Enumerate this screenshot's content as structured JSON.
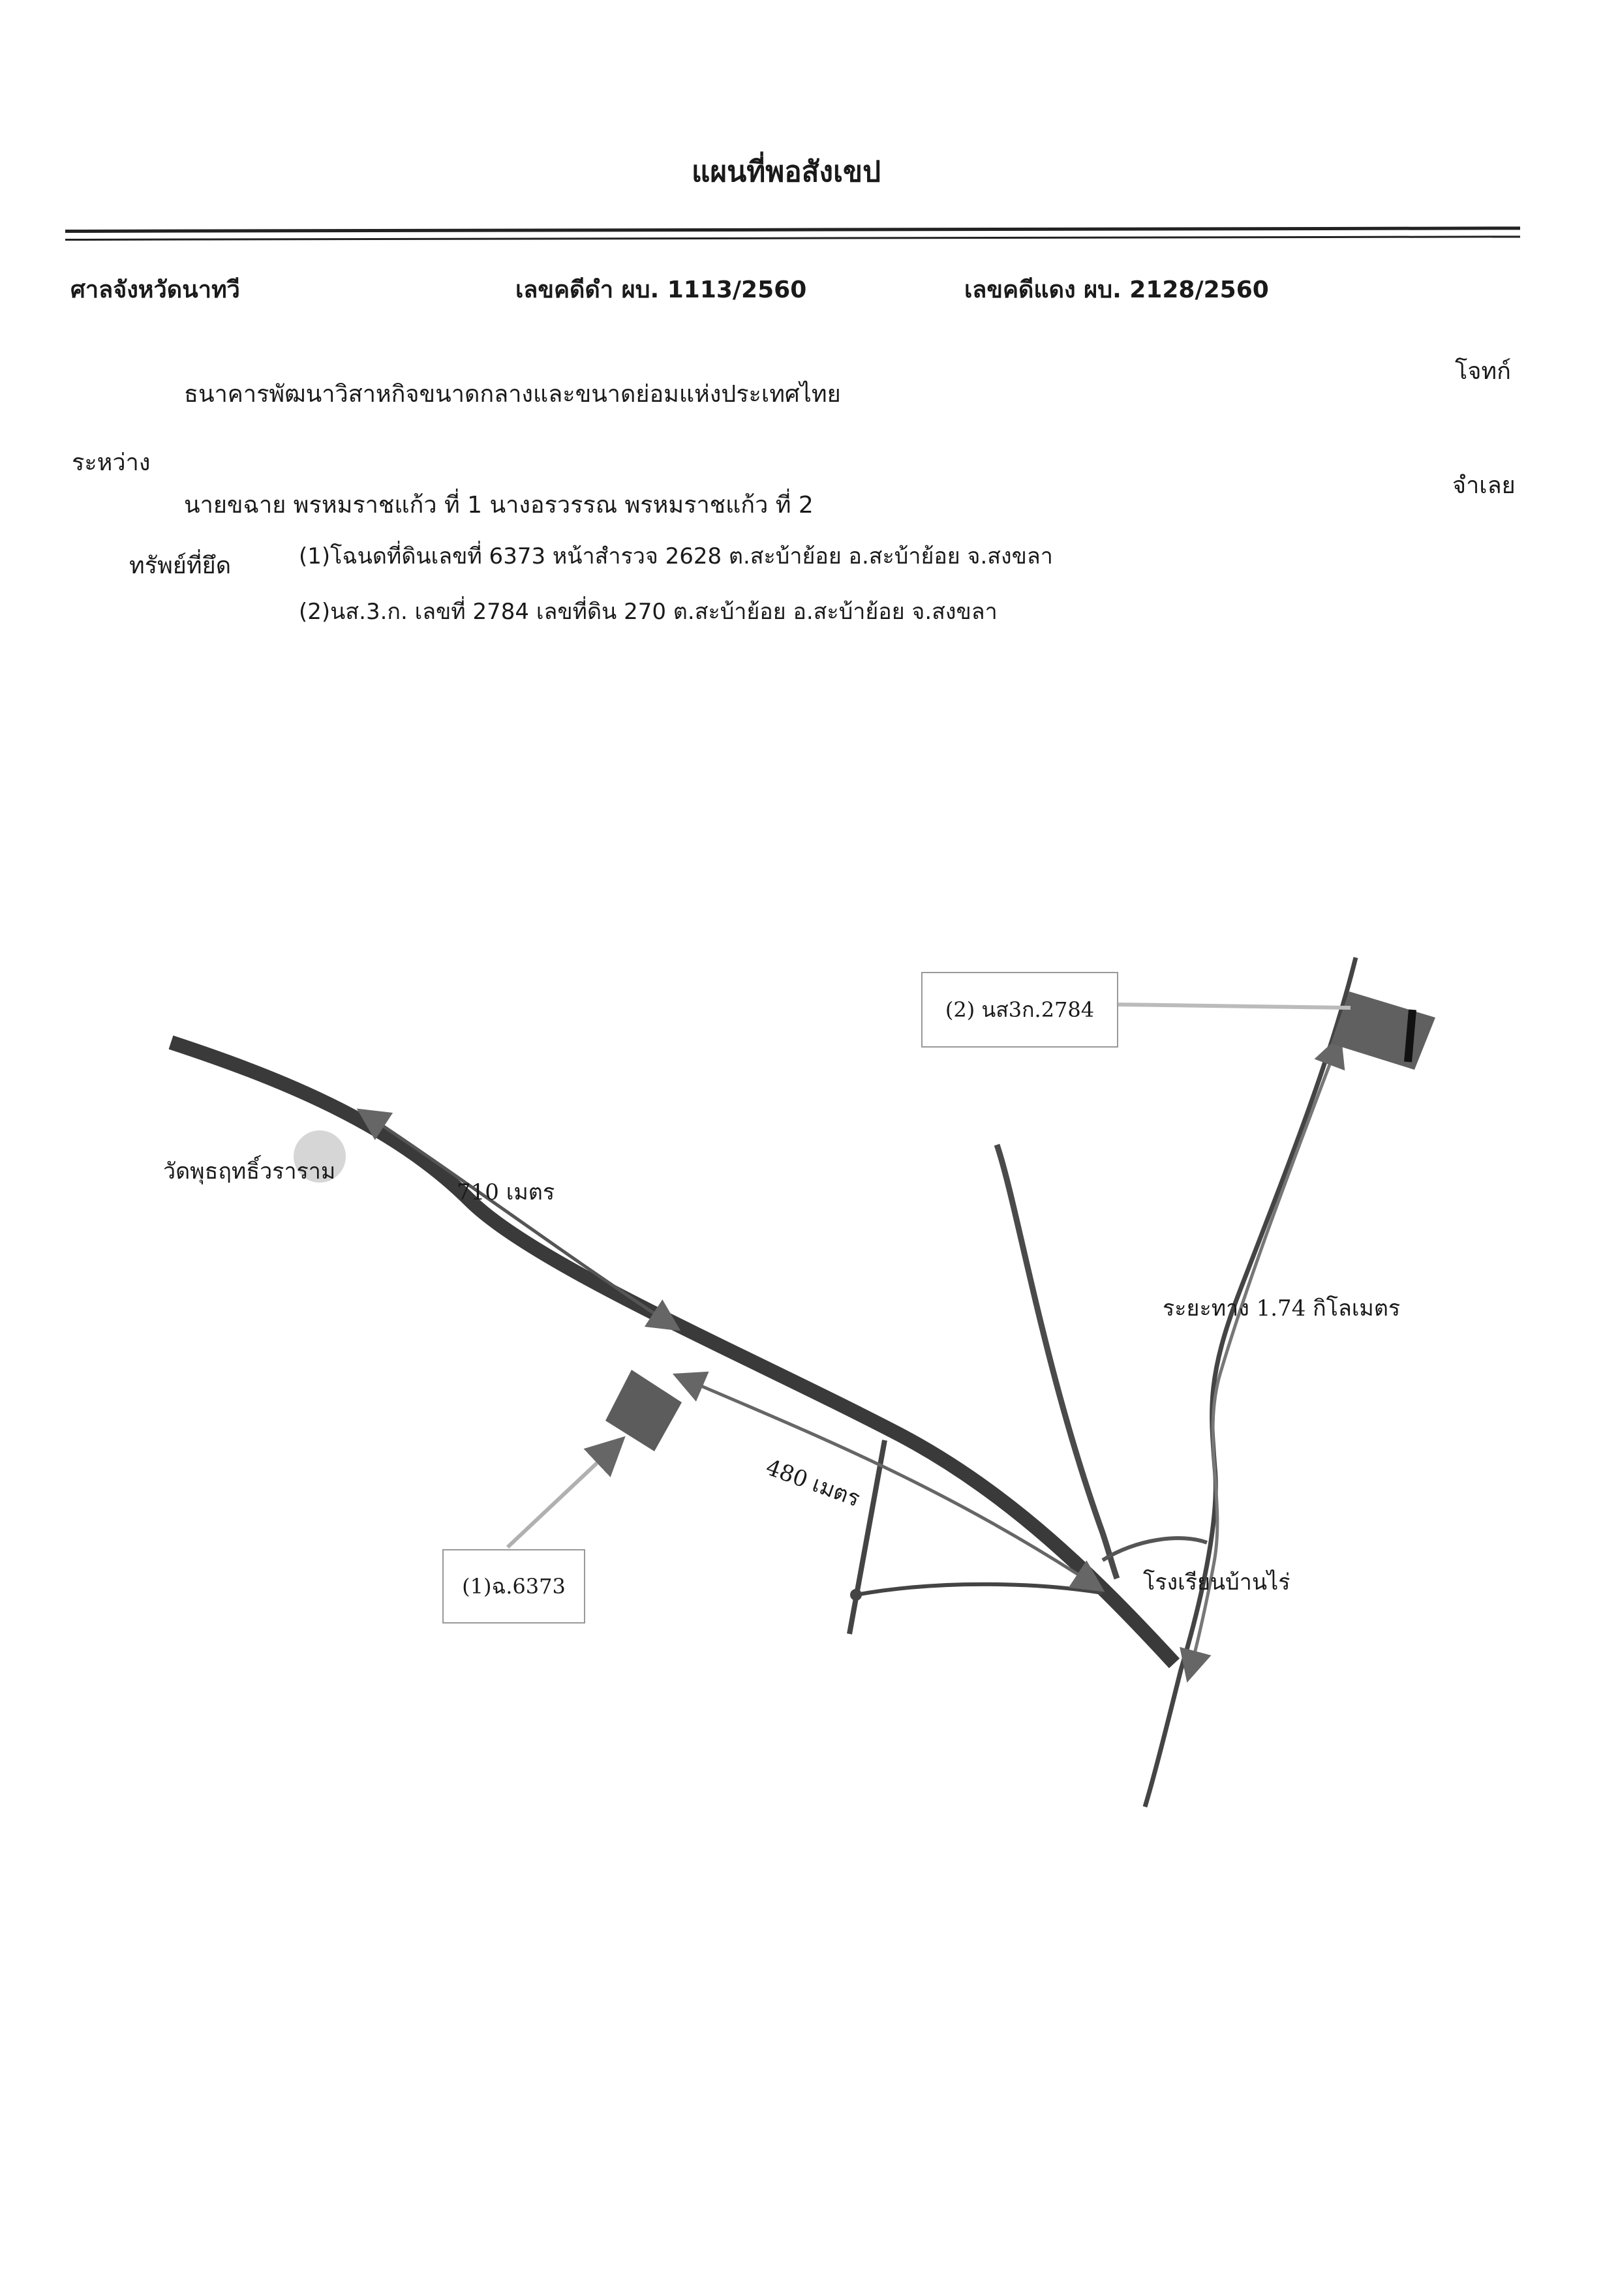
{
  "document": {
    "title": "แผนที่พอสังเขป",
    "court": "ศาลจังหวัดนาทวี",
    "black_case": "เลขคดีดำ ผบ. 1113/2560",
    "red_case": "เลขคดีแดง ผบ. 2128/2560",
    "plaintiff": "ธนาคารพัฒนาวิสาหกิจขนาดกลางและขนาดย่อมแห่งประเทศไทย",
    "plaintiff_label": "โจทก์",
    "between": "ระหว่าง",
    "defendants": "นายขฉาย พรหมราชแก้ว ที่ 1 นางอรวรรณ พรหมราชแก้ว ที่ 2",
    "defendant_label": "จำเลย",
    "assets_label": "ทรัพย์ที่ยึด",
    "asset_1": "(1)โฉนดที่ดินเลขที่ 6373 หน้าสำรวจ 2628  ต.สะบ้าย้อย อ.สะบ้าย้อย จ.สงขลา",
    "asset_2": "(2)นส.3.ก. เลขที่ 2784 เลขที่ดิน 270  ต.สะบ้าย้อย อ.สะบ้าย้อย จ.สงขลา"
  },
  "map": {
    "temple": "วัดพุธฤทธิ์วราราม",
    "dist_710": "710 เมตร",
    "dist_480": "480 เมตร",
    "dist_174": "ระยะทาง 1.74 กิโลเมตร",
    "school": "โรงเรียนบ้านไร่",
    "parcel_1": "(1)ฉ.6373",
    "parcel_2": "(2) นส3ก.2784",
    "colors": {
      "road": "#3a3a3a",
      "parcel": "#5c5c5c",
      "arrow": "#666666",
      "connector": "#b0b0b0"
    }
  }
}
